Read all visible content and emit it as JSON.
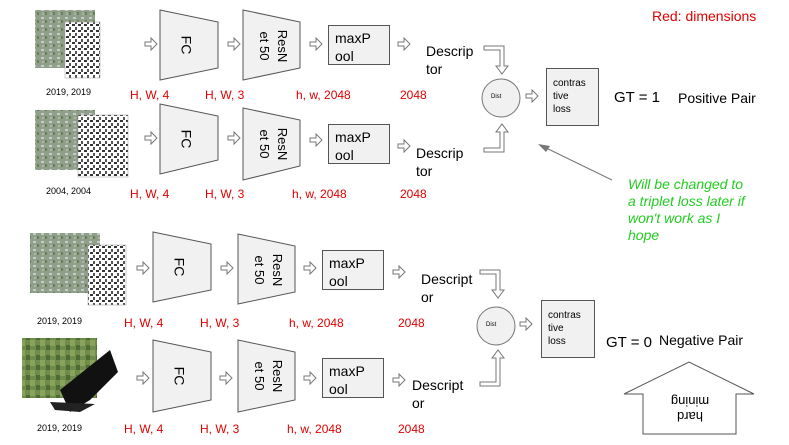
{
  "legend_red": "Red: dimensions",
  "rows": [
    {
      "year": "2019, 2019",
      "dims": [
        "H, W, 4",
        "H, W, 3",
        "h, w, 2048",
        "2048"
      ],
      "descriptor": [
        "Descrip",
        "tor"
      ]
    },
    {
      "year": "2004, 2004",
      "dims": [
        "H, W, 4",
        "H, W, 3",
        "h, w, 2048",
        "2048"
      ],
      "descriptor": [
        "Descrip",
        "tor"
      ]
    },
    {
      "year": "2019, 2019",
      "dims": [
        "H, W, 4",
        "H, W, 3",
        "h, w, 2048",
        "2048"
      ],
      "descriptor": [
        "Descript",
        "or"
      ]
    },
    {
      "year": "2019, 2019",
      "dims": [
        "H, W, 4",
        "H, W, 3",
        "h, w, 2048",
        "2048"
      ],
      "descriptor": [
        "Descript",
        "or"
      ]
    }
  ],
  "blocks": {
    "fc": "FC",
    "resnet": [
      "ResN",
      "et 50"
    ],
    "maxpool": [
      "maxP",
      "ool"
    ]
  },
  "pairs": [
    {
      "dist": "Dist",
      "loss": [
        "contras",
        "tive",
        "loss"
      ],
      "gt": "GT = 1",
      "label": "Positive Pair"
    },
    {
      "dist": "Dist",
      "loss": [
        "contras",
        "tive",
        "loss"
      ],
      "gt": "GT = 0",
      "label": "Negative Pair"
    }
  ],
  "note": [
    "Will be changed to",
    "a triplet loss later if",
    "won't work as I",
    "hope"
  ],
  "hard_mining": [
    "hard",
    "mining"
  ]
}
